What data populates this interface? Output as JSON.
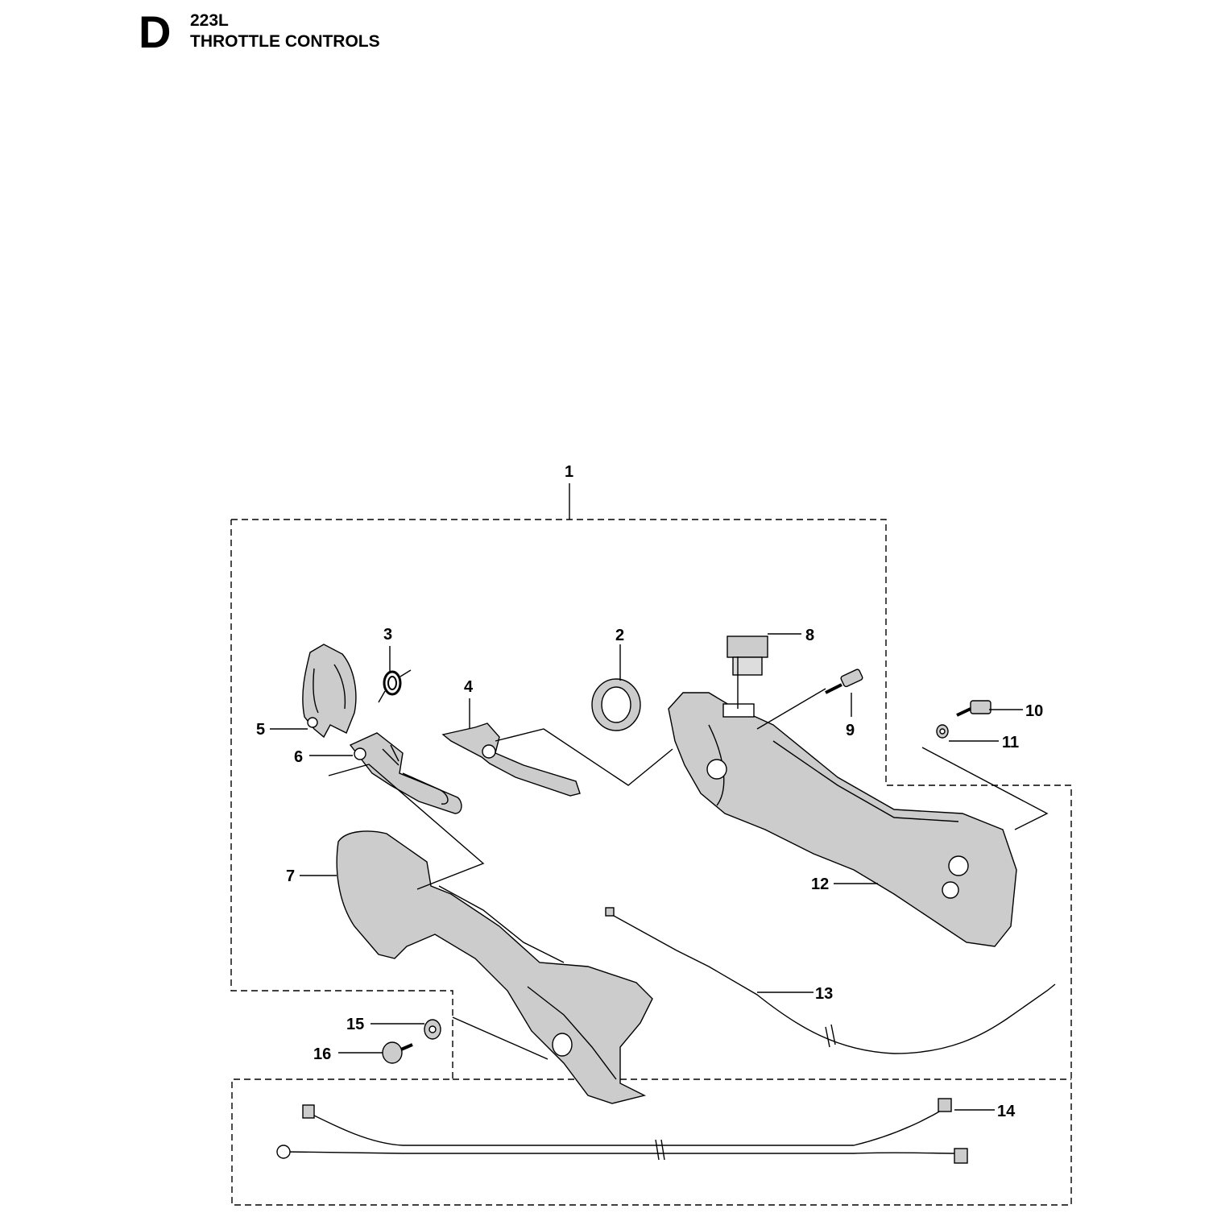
{
  "header": {
    "section_letter": "D",
    "model": "223L",
    "title": "THROTTLE CONTROLS"
  },
  "callouts": {
    "c1": "1",
    "c2": "2",
    "c3": "3",
    "c4": "4",
    "c5": "5",
    "c6": "6",
    "c7": "7",
    "c8": "8",
    "c9": "9",
    "c10": "10",
    "c11": "11",
    "c12": "12",
    "c13": "13",
    "c14": "14",
    "c15": "15",
    "c16": "16"
  }
}
